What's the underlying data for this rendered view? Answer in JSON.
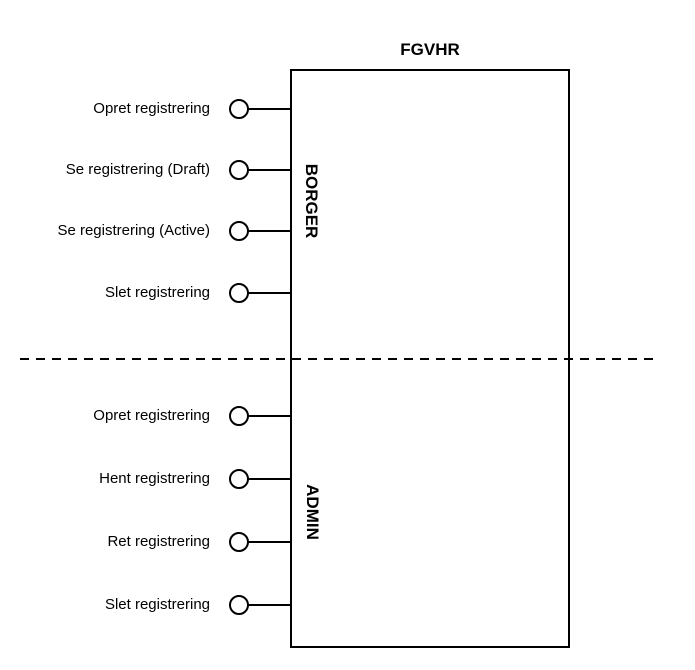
{
  "diagram": {
    "title": "FGVHR",
    "colors": {
      "stroke": "#000000",
      "background": "#ffffff",
      "text": "#000000"
    },
    "divider": {
      "style": "dashed"
    },
    "sections": [
      {
        "name": "BORGER",
        "ports": [
          {
            "label": "Opret registrering"
          },
          {
            "label": "Se registrering (Draft)"
          },
          {
            "label": "Se registrering (Active)"
          },
          {
            "label": "Slet registrering"
          }
        ]
      },
      {
        "name": "ADMIN",
        "ports": [
          {
            "label": "Opret registrering"
          },
          {
            "label": "Hent registrering"
          },
          {
            "label": "Ret registrering"
          },
          {
            "label": "Slet registrering"
          }
        ]
      }
    ]
  }
}
